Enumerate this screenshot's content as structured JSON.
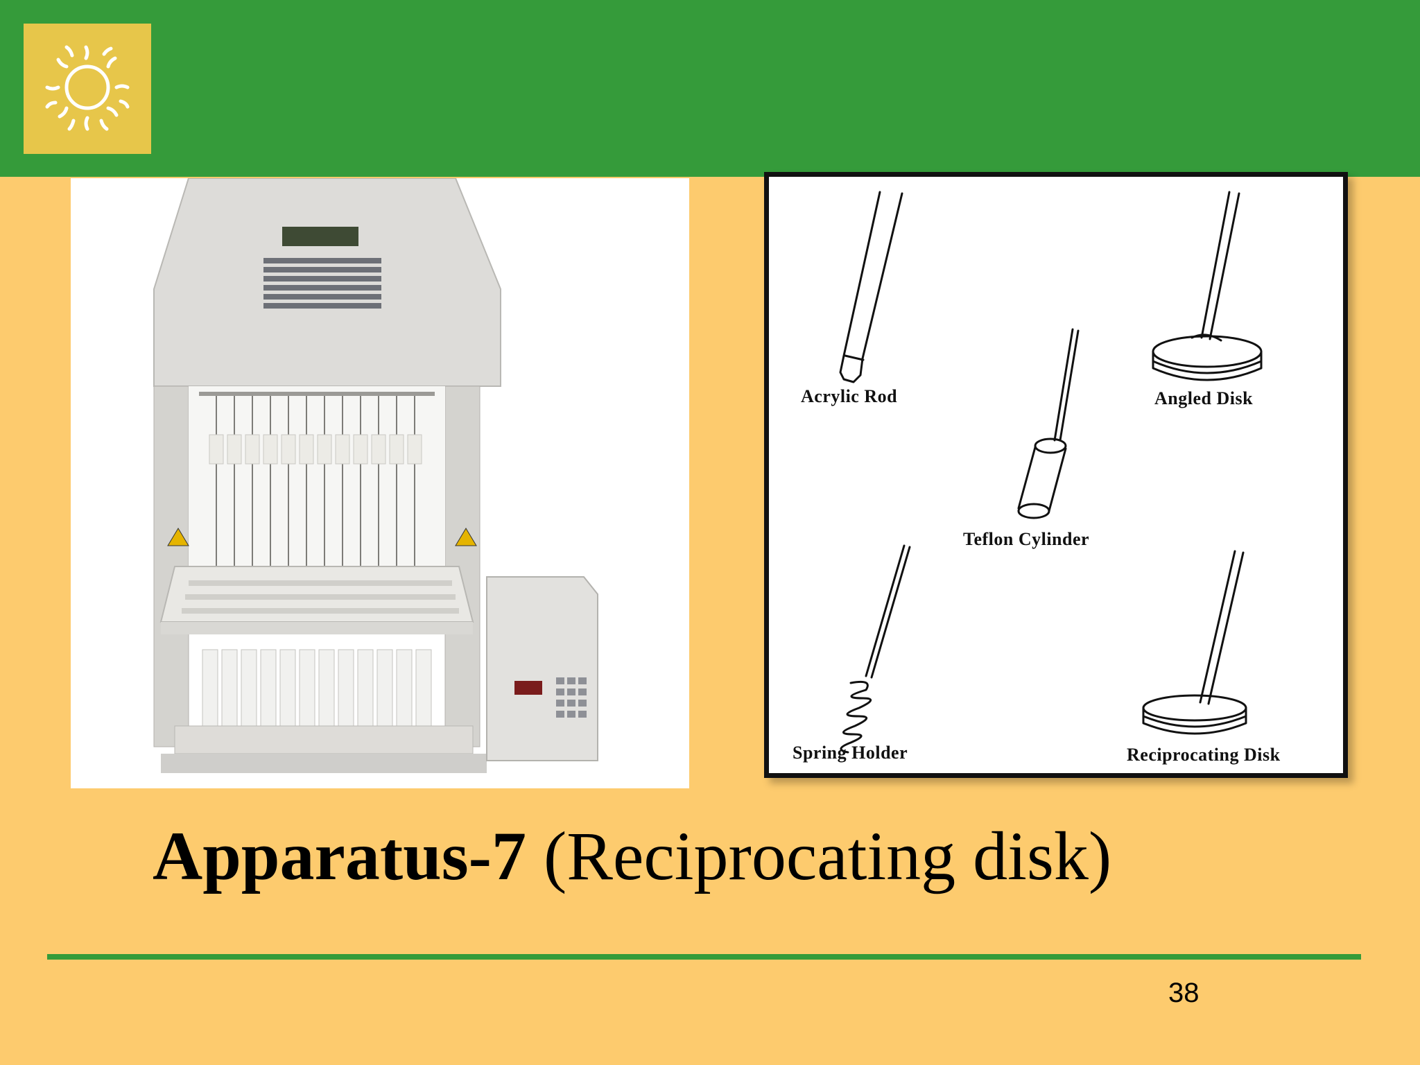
{
  "slide": {
    "title_bold": "Apparatus-7",
    "title_rest": " (Reciprocating disk)",
    "page_number": "38"
  },
  "tools_figure": {
    "labels": {
      "acrylic_rod": "Acrylic Rod",
      "angled_disk": "Angled Disk",
      "teflon_cylinder": "Teflon Cylinder",
      "spring_holder": "Spring Holder",
      "reciprocating_disk": "Reciprocating Disk"
    }
  },
  "colors": {
    "background": "#FDCB6E",
    "header_green": "#359B3A",
    "logo_yellow": "#E7C64A"
  },
  "icons": [
    "sun-icon"
  ]
}
